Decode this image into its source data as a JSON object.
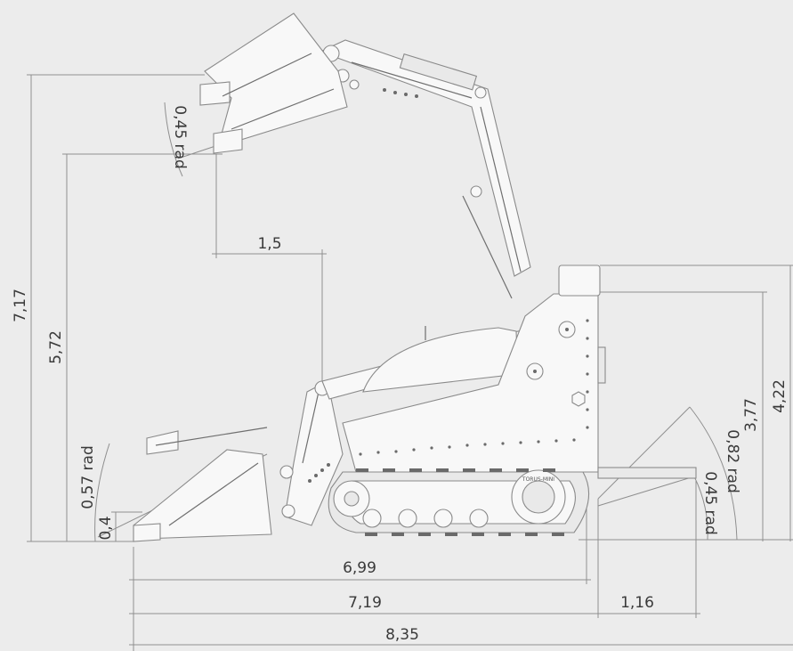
{
  "colors": {
    "background": "#ececec",
    "line": "#8f8f8f",
    "text": "#3a3a3a"
  },
  "dimensions": {
    "max_lift_height": "7,17",
    "dump_height": "5,72",
    "dump_reach": "1,5",
    "dump_angle_raised": "0,45 rad",
    "rollback_angle_ground": "0,57 rad",
    "bucket_ground_height": "0,4",
    "length_to_track_end": "6,99",
    "length_to_operator_platform": "7,19",
    "platform_length": "1,16",
    "overall_length": "8,35",
    "overall_height": "4,22",
    "track_top_height": "3,77",
    "departure_angle": "0,82 rad",
    "platform_angle": "0,45 rad"
  },
  "machine": {
    "brand_badge": "TORUS-MINI"
  },
  "icons": [
    "fan-grille-icon",
    "fan-grille-icon",
    "hex-bolt-icon"
  ]
}
